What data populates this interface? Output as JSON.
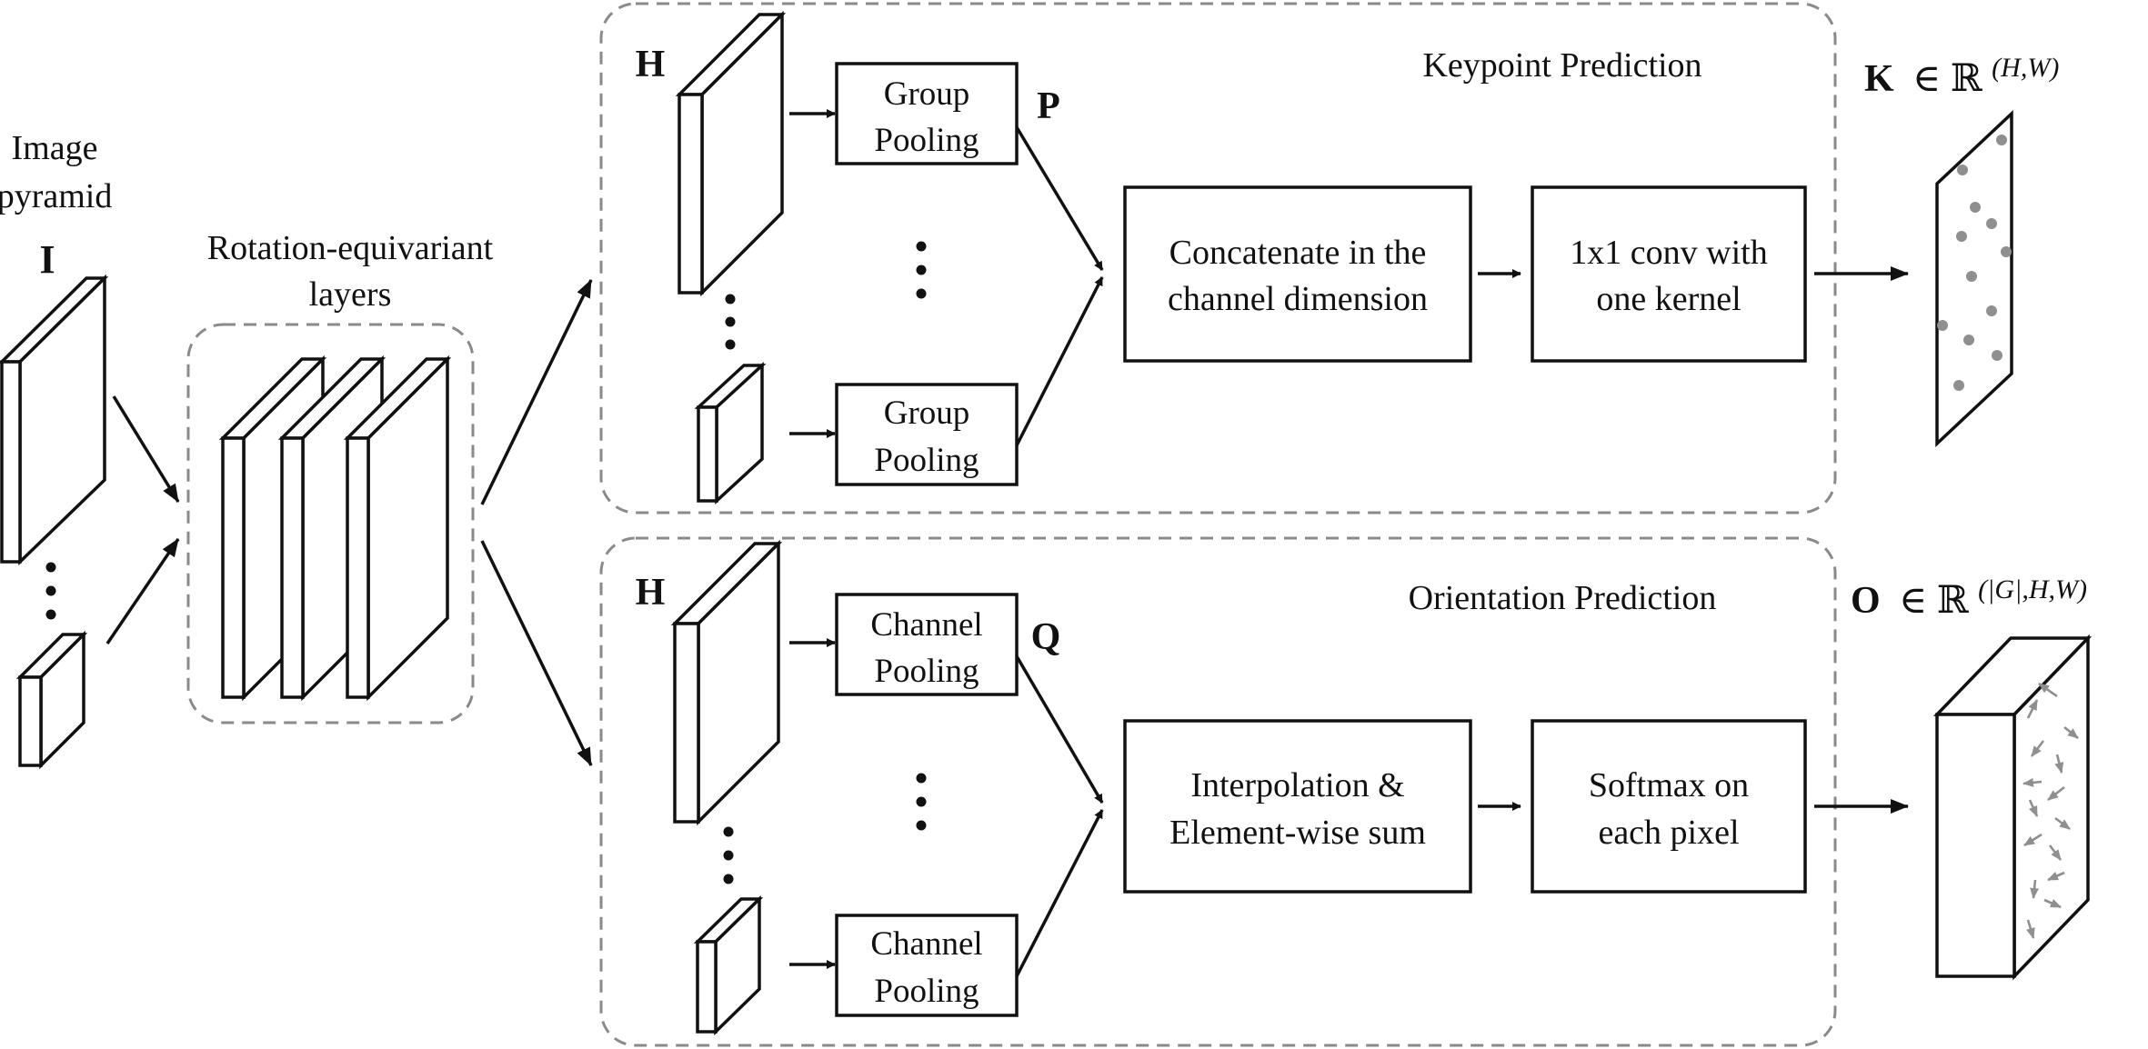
{
  "input": {
    "label_line1": "Image",
    "label_line2": "pyramid",
    "symbol": "I"
  },
  "backbone": {
    "label_line1": "Rotation-equivariant",
    "label_line2": "layers"
  },
  "keypoint_branch": {
    "title": "Keypoint Prediction",
    "feature_symbol": "H",
    "pooling_top_line1": "Group",
    "pooling_top_line2": "Pooling",
    "pooling_bottom_line1": "Group",
    "pooling_bottom_line2": "Pooling",
    "pooled_symbol": "P",
    "fuse_line1": "Concatenate in the",
    "fuse_line2": "channel dimension",
    "head_line1": "1x1 conv with",
    "head_line2": "one kernel",
    "output_symbol": "K",
    "output_space": "∈ ℝ",
    "output_dims": "(H,W)"
  },
  "orientation_branch": {
    "title": "Orientation Prediction",
    "feature_symbol": "H",
    "pooling_top_line1": "Channel",
    "pooling_top_line2": "Pooling",
    "pooling_bottom_line1": "Channel",
    "pooling_bottom_line2": "Pooling",
    "pooled_symbol": "Q",
    "fuse_line1": "Interpolation &",
    "fuse_line2": "Element-wise sum",
    "head_line1": "Softmax on",
    "head_line2": "each pixel",
    "output_symbol": "O",
    "output_space": "∈ ℝ",
    "output_dims": "(|G|,H,W)"
  },
  "colors": {
    "ink": "#111111",
    "dashed_border": "#8a8a8a",
    "marker_gray": "#8f8f8f"
  }
}
